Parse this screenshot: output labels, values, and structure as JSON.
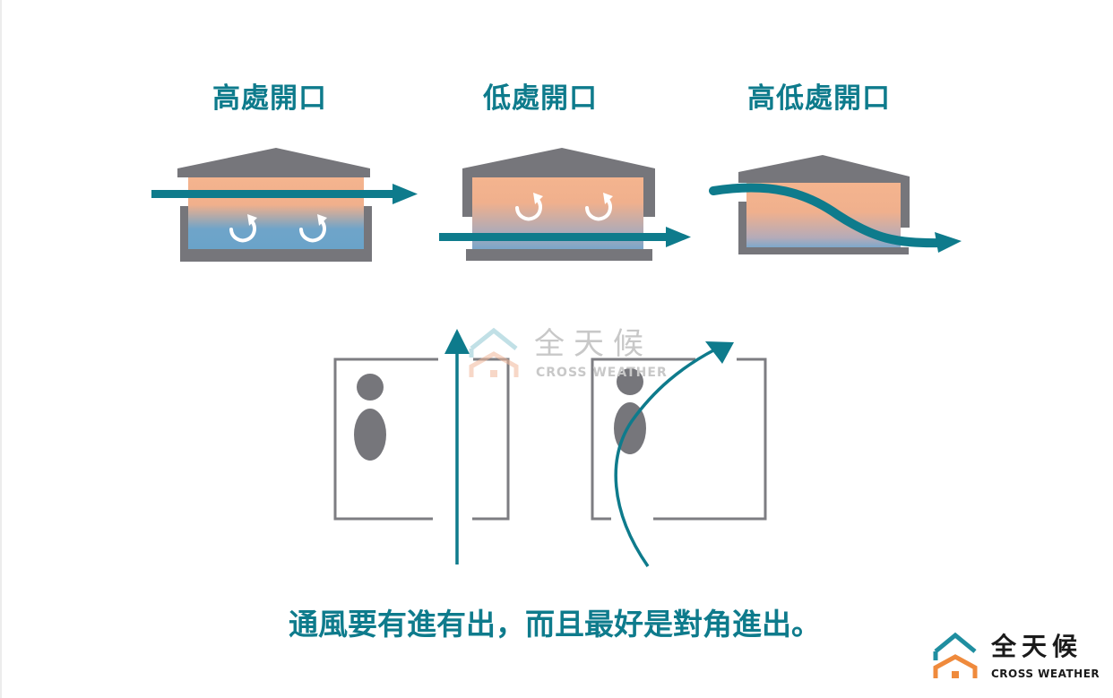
{
  "panels": [
    {
      "id": "high",
      "title": "高處開口",
      "description": "Airflow passes through high openings; cool air circulates at bottom"
    },
    {
      "id": "low",
      "title": "低處開口",
      "description": "Airflow passes through low openings; warm air circulates at top"
    },
    {
      "id": "high-low",
      "title": "高低處開口",
      "description": "Airflow enters high and exits low, sweeping through the room"
    }
  ],
  "floor_plans": [
    {
      "id": "straight",
      "label": "straight-through ventilation"
    },
    {
      "id": "diagonal",
      "label": "diagonal ventilation"
    }
  ],
  "caption": "通風要有進有出，而且最好是對角進出。",
  "watermark": {
    "name_cn": "全天候",
    "name_en": "CROSS WEATHER"
  },
  "logo": {
    "name_cn": "全天候",
    "name_en": "CROSS WEATHER"
  },
  "colors": {
    "teal": "#0e7b8c",
    "wall_gray": "#76767b",
    "warm": "#f4b48e",
    "cool": "#6aa3c9",
    "logo_teal": "#1f8ea0",
    "logo_orange": "#ef8a3c"
  }
}
